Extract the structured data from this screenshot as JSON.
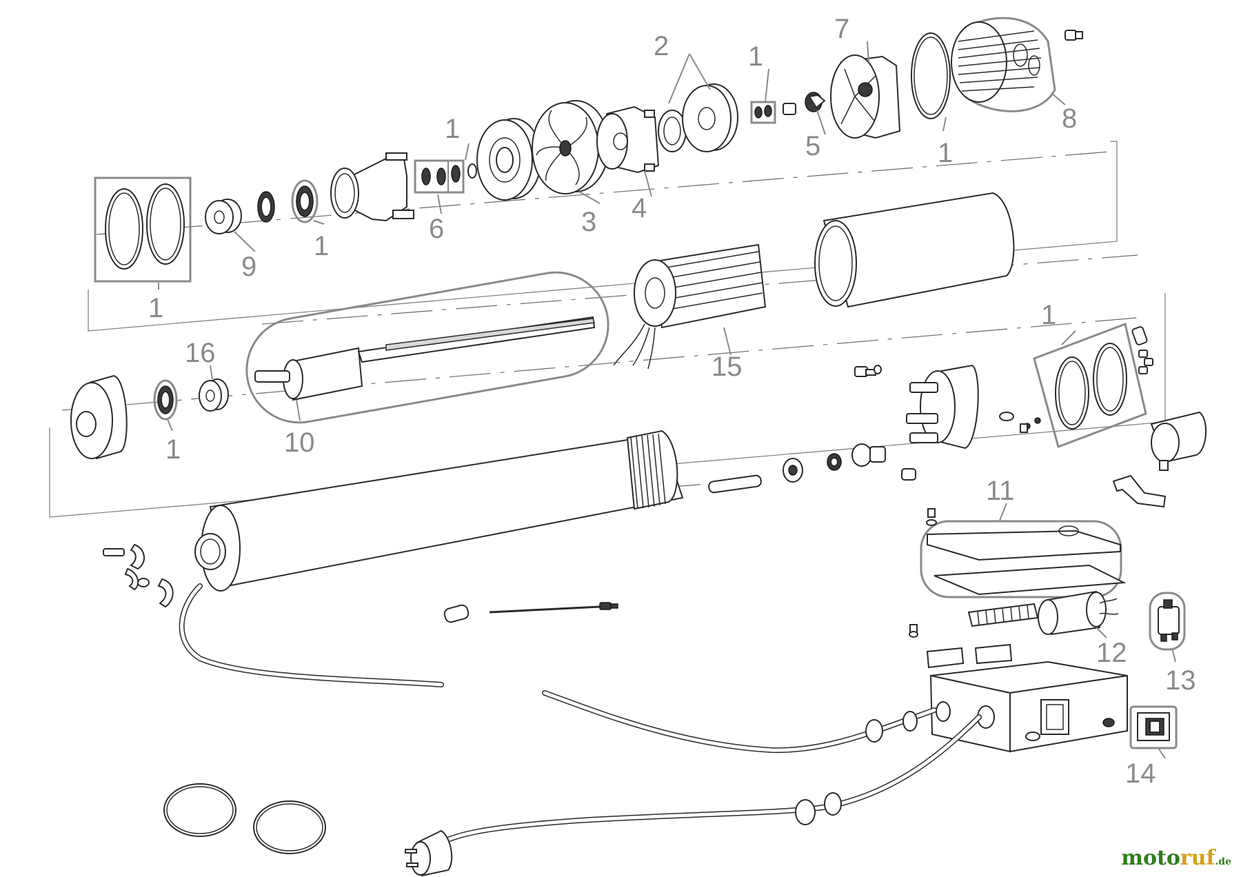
{
  "diagram": {
    "callouts": [
      {
        "id": "c1-seal-right",
        "text": "1"
      },
      {
        "id": "c1-bearing-top",
        "text": "1"
      },
      {
        "id": "c1-shaft-set",
        "text": "1"
      },
      {
        "id": "c1-left-frame",
        "text": "1"
      },
      {
        "id": "c1-bearing-left",
        "text": "1"
      },
      {
        "id": "c1-end-bearing",
        "text": "1"
      },
      {
        "id": "c1-ring-top-right",
        "text": "1"
      },
      {
        "id": "c1-right-frame",
        "text": "1"
      },
      {
        "id": "c2",
        "text": "2"
      },
      {
        "id": "c3",
        "text": "3"
      },
      {
        "id": "c4",
        "text": "4"
      },
      {
        "id": "c5",
        "text": "5"
      },
      {
        "id": "c6",
        "text": "6"
      },
      {
        "id": "c7",
        "text": "7"
      },
      {
        "id": "c8",
        "text": "8"
      },
      {
        "id": "c9",
        "text": "9"
      },
      {
        "id": "c10",
        "text": "10"
      },
      {
        "id": "c11",
        "text": "11"
      },
      {
        "id": "c12",
        "text": "12"
      },
      {
        "id": "c13",
        "text": "13"
      },
      {
        "id": "c14",
        "text": "14"
      },
      {
        "id": "c15",
        "text": "15"
      },
      {
        "id": "c16",
        "text": "16"
      }
    ]
  },
  "watermark": {
    "part1": "moto",
    "part2": "ruf",
    "part3": ".de"
  },
  "colors": {
    "line": "#2a2a2a",
    "callout": "#8a8a8a",
    "brand_green": "#2f7d1c",
    "brand_yellow": "#d4a017"
  }
}
